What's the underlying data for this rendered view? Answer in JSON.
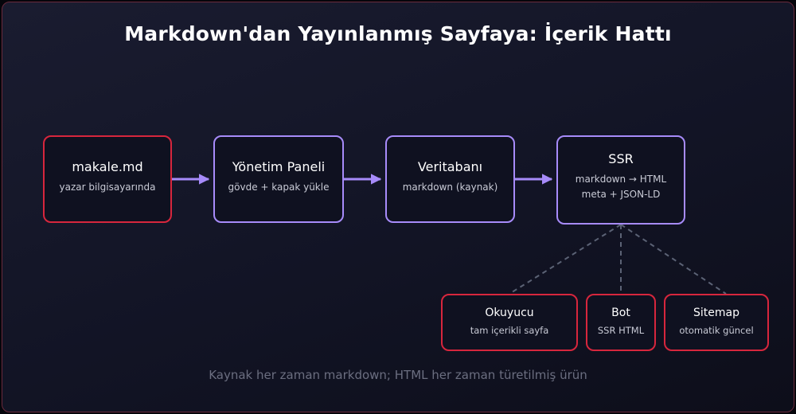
{
  "title": "Markdown'dan Yayınlanmış Sayfaya: İçerik Hattı",
  "colors": {
    "source_border": "#d7263d",
    "process_border": "#a78bfa",
    "arrow": "#a78bfa",
    "dashed_line": "#5b6275",
    "node_fill": "#0f1120"
  },
  "nodes": {
    "makale": {
      "name": "makale.md",
      "sub": "yazar bilgisayarında"
    },
    "panel": {
      "name": "Yönetim Paneli",
      "sub": "gövde + kapak yükle"
    },
    "db": {
      "name": "Veritabanı",
      "sub": "markdown (kaynak)"
    },
    "ssr": {
      "name": "SSR",
      "sub1": "markdown → HTML",
      "sub2": "meta + JSON-LD"
    },
    "okuyucu": {
      "name": "Okuyucu",
      "sub": "tam içerikli sayfa"
    },
    "bot": {
      "name": "Bot",
      "sub": "SSR HTML"
    },
    "sitemap": {
      "name": "Sitemap",
      "sub": "otomatik güncel"
    }
  },
  "edges": [
    {
      "from": "makale",
      "to": "panel",
      "style": "arrow"
    },
    {
      "from": "panel",
      "to": "db",
      "style": "arrow"
    },
    {
      "from": "db",
      "to": "ssr",
      "style": "arrow"
    },
    {
      "from": "ssr",
      "to": "okuyucu",
      "style": "dashed"
    },
    {
      "from": "ssr",
      "to": "bot",
      "style": "dashed"
    },
    {
      "from": "ssr",
      "to": "sitemap",
      "style": "dashed"
    }
  ],
  "footer": "Kaynak her zaman markdown; HTML her zaman türetilmiş ürün"
}
